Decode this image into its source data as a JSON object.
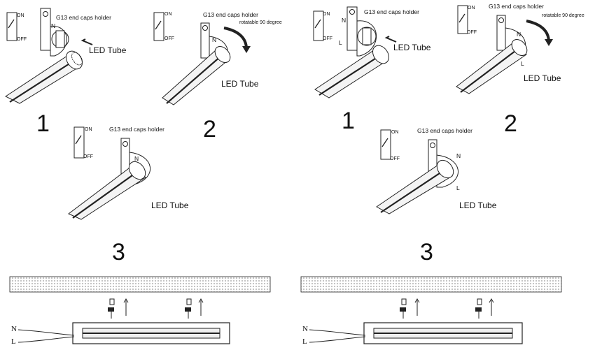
{
  "labels": {
    "on": "ON",
    "off": "OFF",
    "holder": "G13 end caps holder",
    "led_tube": "LED Tube",
    "rotatable": "rotatable 90 degree",
    "n": "N",
    "l": "L",
    "step1": "1",
    "step2": "2",
    "step3": "3"
  },
  "colors": {
    "line": "#222222",
    "mesh": "#cfcfcf",
    "tube": "#f2f2f2"
  }
}
